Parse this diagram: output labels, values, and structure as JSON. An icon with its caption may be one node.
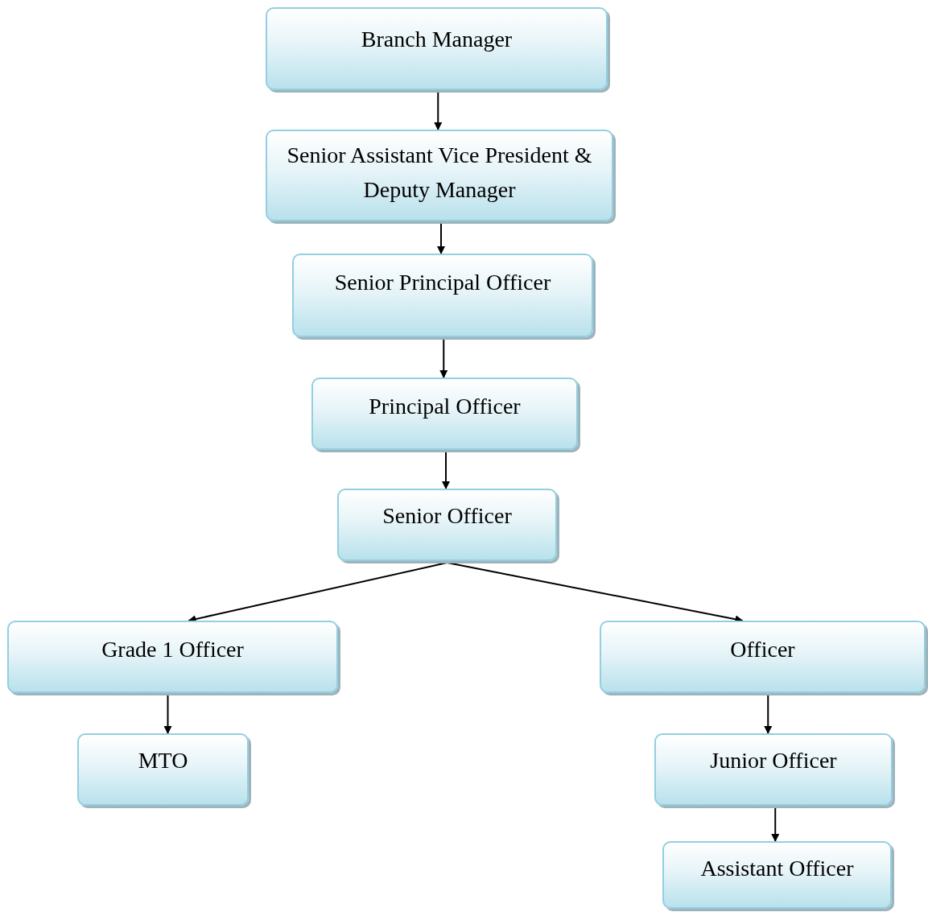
{
  "diagram": {
    "nodes": [
      {
        "text": [
          "Branch Manager"
        ]
      },
      {
        "text": [
          "Senior Assistant Vice President & Deputy Manager"
        ]
      },
      {
        "text": [
          "Senior Principal Officer"
        ]
      },
      {
        "text": [
          "Principal Officer"
        ]
      },
      {
        "text": [
          "Senior Officer"
        ]
      },
      {
        "text": [
          "Grade 1 Officer"
        ]
      },
      {
        "text": [
          "Officer"
        ]
      },
      {
        "text": [
          "MTO"
        ]
      },
      {
        "text": [
          "Junior Officer"
        ]
      },
      {
        "text": [
          "Assistant Officer"
        ]
      }
    ],
    "edges": [
      {
        "from": 0,
        "to": 1,
        "arrow": "to"
      },
      {
        "from": 1,
        "to": 2,
        "arrow": "to"
      },
      {
        "from": 2,
        "to": 3,
        "arrow": "to"
      },
      {
        "from": 3,
        "to": 4,
        "arrow": "to"
      },
      {
        "from": 4,
        "to": 5,
        "arrow": "to"
      },
      {
        "from": 4,
        "to": 6,
        "arrow": "to"
      },
      {
        "from": 5,
        "to": 7,
        "arrow": "to"
      },
      {
        "from": 6,
        "to": 8,
        "arrow": "to"
      },
      {
        "from": 8,
        "to": 9,
        "arrow": "to"
      }
    ]
  }
}
